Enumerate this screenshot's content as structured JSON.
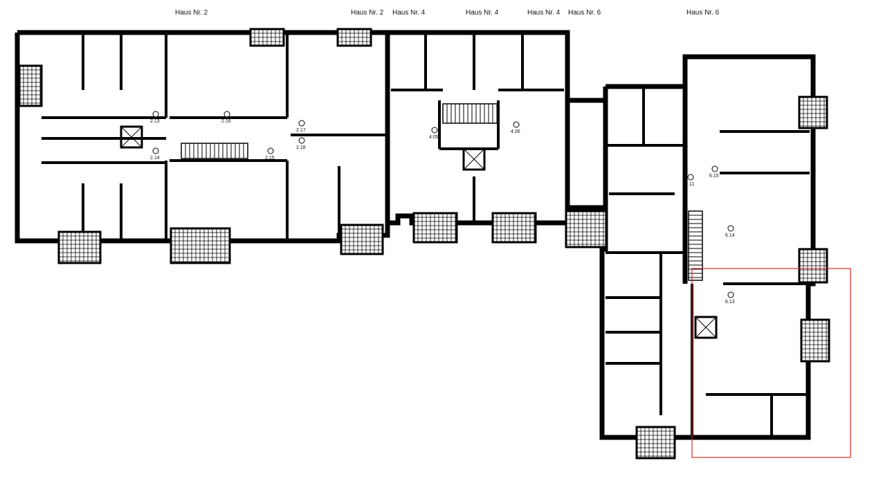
{
  "house_labels": [
    "Haus Nr. 2",
    "Haus Nr. 2",
    "Haus Nr. 4",
    "Haus Nr. 4",
    "Haus Nr. 4",
    "Haus Nr. 6",
    "Haus Nr. 6"
  ],
  "unit_labels": [
    "2.13",
    "2.14",
    "2.15",
    "2.16",
    "2.17",
    "2.18",
    "4.05",
    "4.06",
    "6.11",
    "6.13",
    "6.14",
    "6.15"
  ],
  "colors": {
    "wall": "#000000",
    "highlight": "#d42a2a",
    "background": "#ffffff"
  }
}
